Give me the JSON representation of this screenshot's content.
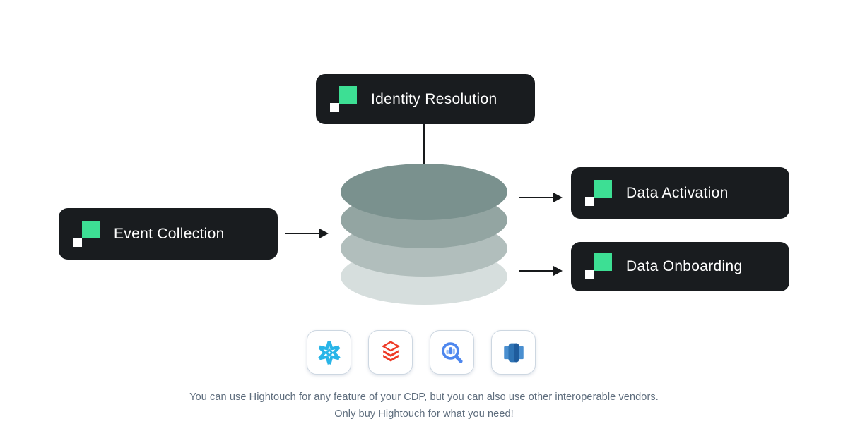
{
  "canvas": {
    "bg": "#ffffff"
  },
  "brand": {
    "logo_green": "#3ddf94",
    "logo_white": "#ffffff",
    "pill_bg": "#191c1f",
    "pill_text_color": "#ffffff"
  },
  "nodes": {
    "identity_resolution": {
      "label": "Identity Resolution"
    },
    "event_collection": {
      "label": "Event Collection"
    },
    "data_activation": {
      "label": "Data Activation"
    },
    "data_onboarding": {
      "label": "Data Onboarding"
    }
  },
  "warehouse_stack": {
    "layer_colors": [
      "#7a918e",
      "#93a5a2",
      "#b1bebc",
      "#d6dedd"
    ]
  },
  "connectors": {
    "color": "#17191b"
  },
  "vendor_tiles": [
    {
      "name": "snowflake",
      "icon": "snowflake-icon",
      "color": "#29b5e8"
    },
    {
      "name": "databricks",
      "icon": "databricks-icon",
      "color": "#ee3a26"
    },
    {
      "name": "bigquery",
      "icon": "bigquery-icon",
      "color": "#4e87ee"
    },
    {
      "name": "redshift",
      "icon": "redshift-icon",
      "color": "#2a6cad"
    }
  ],
  "caption": {
    "line1": "You can use Hightouch for any feature of your CDP, but you can also use other interoperable vendors.",
    "line2": "Only buy Hightouch for what you need!",
    "color": "#5e6d7d"
  }
}
